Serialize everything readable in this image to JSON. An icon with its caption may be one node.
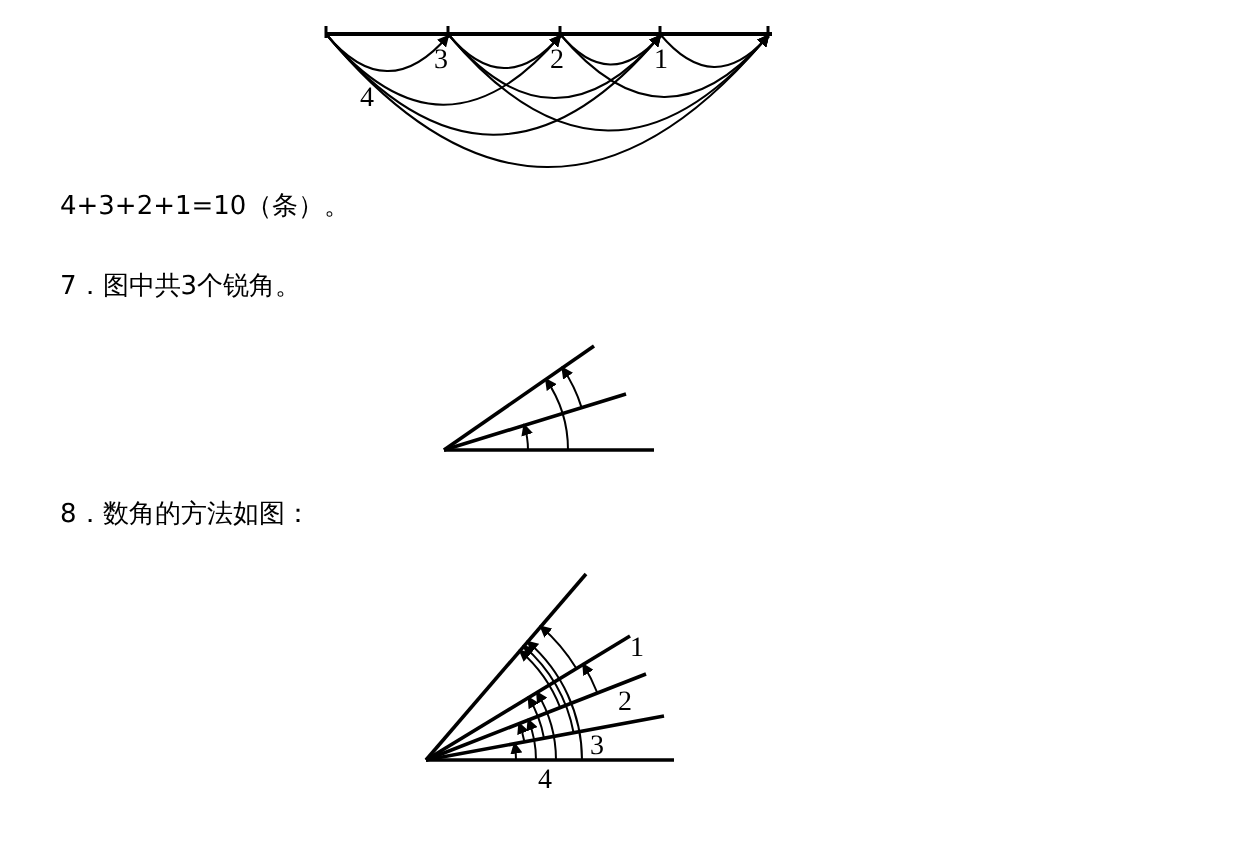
{
  "diagram": {
    "labels": [
      "3",
      "2",
      "1",
      "4",
      "4+3+2+1=10（条）。",
      "7．图中共3个锐角。",
      "8．数角的方法如图：",
      "1",
      "2",
      "3",
      "4"
    ]
  }
}
